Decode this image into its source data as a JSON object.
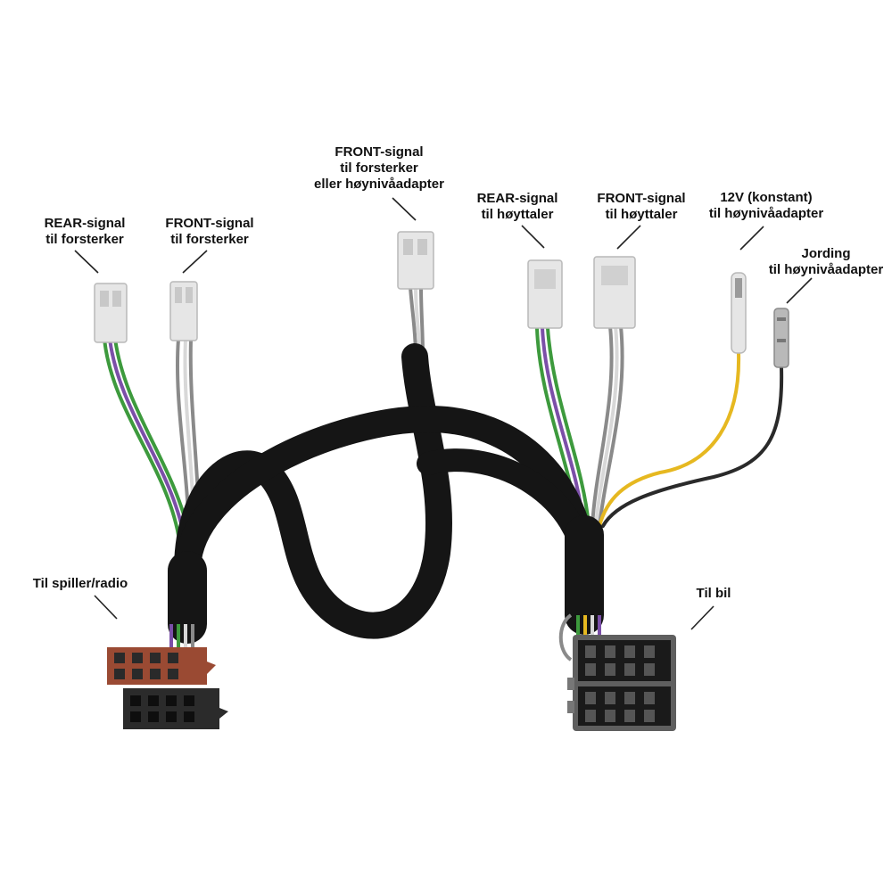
{
  "labels": {
    "rear_amp": {
      "line1": "REAR-signal",
      "line2": "til forsterker"
    },
    "front_amp": {
      "line1": "FRONT-signal",
      "line2": "til forsterker"
    },
    "front_amp_or_hl": {
      "line1": "FRONT-signal",
      "line2": "til forsterker",
      "line3": "eller høynivåadapter"
    },
    "rear_speaker": {
      "line1": "REAR-signal",
      "line2": "til høyttaler"
    },
    "front_speaker": {
      "line1": "FRONT-signal",
      "line2": "til høyttaler"
    },
    "v12": {
      "line1": "12V (konstant)",
      "line2": "til høynivåadapter"
    },
    "ground": {
      "line1": "Jording",
      "line2": "til høynivåadapter"
    },
    "player": {
      "line1": "Til spiller/radio"
    },
    "car": {
      "line1": "Til bil"
    }
  },
  "colors": {
    "sleeve": "#151515",
    "connector_white": "#e6e6e6",
    "iso_brown": "#9a4a33",
    "iso_black": "#2b2b2b",
    "iso_gray": "#5f5f5f",
    "wire_purple": "#7b4fa8",
    "wire_green": "#3d9a3d",
    "wire_gray": "#8a8a8a",
    "wire_white": "#d8d8d8",
    "wire_yellow": "#e6b820",
    "wire_black": "#2a2a2a"
  }
}
